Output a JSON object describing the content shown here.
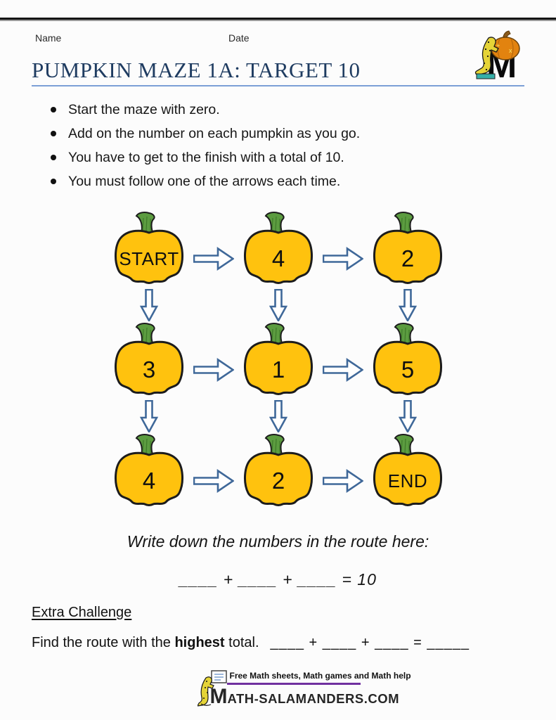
{
  "header": {
    "name_label": "Name",
    "date_label": "Date",
    "title": "PUMPKIN MAZE 1A: TARGET 10"
  },
  "instructions": [
    "Start the maze with zero.",
    "Add on the number on each pumpkin as you go.",
    "You have to get to the finish with a total of 10.",
    "You must follow one of the arrows each time."
  ],
  "maze": {
    "rows": 3,
    "cols": 3,
    "cells": [
      "START",
      "4",
      "2",
      "3",
      "1",
      "5",
      "4",
      "2",
      "END"
    ]
  },
  "route": {
    "prompt": "Write down the numbers in the route here:",
    "equation": "____ + ____ + ____ = 10"
  },
  "extra_challenge": {
    "heading": "Extra Challenge",
    "before_bold": "Find the route with the ",
    "bold": "highest",
    "after_bold": " total.",
    "equation": "____ + ____ + ____ = _____"
  },
  "footer": {
    "tagline": "Free Math sheets, Math games and Math help",
    "wordmark_m": "M",
    "wordmark_rest": "ATH-SALAMANDERS.COM"
  },
  "colors": {
    "pumpkin-fill": "#FFC20E",
    "stem-fill": "#5C9C40",
    "arrow-stroke": "#3F6899",
    "title-color": "#1F3C61",
    "rule-color": "#7C9FD6",
    "purple": "#7030A0"
  }
}
